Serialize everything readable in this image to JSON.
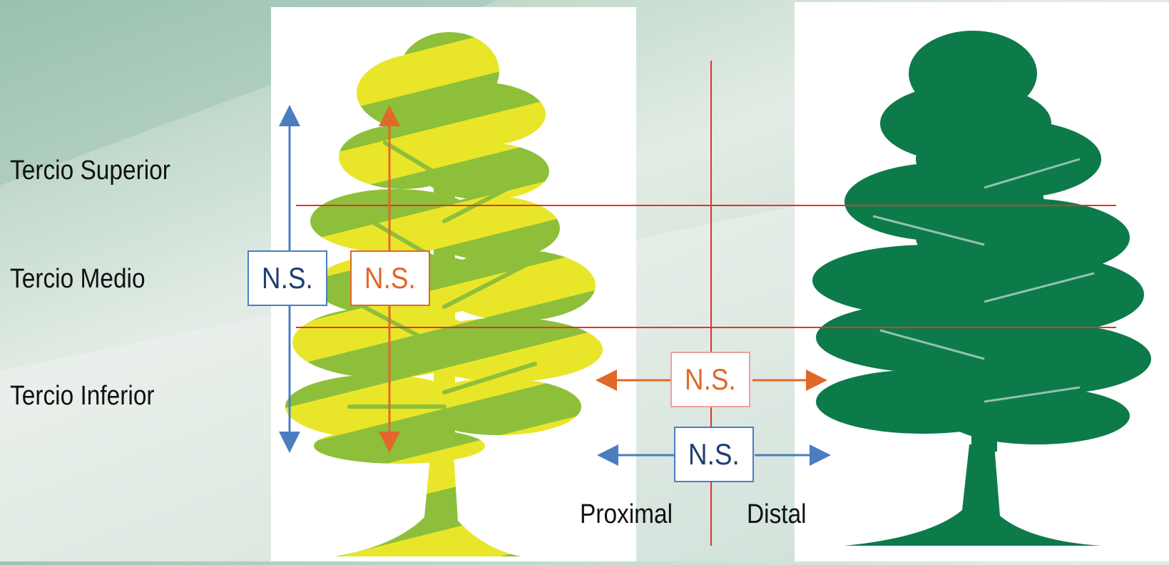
{
  "colors": {
    "yellow": "#e9e62a",
    "light_green": "#8ebf3a",
    "dark_green": "#0d7a4a",
    "red_line": "#e8312a",
    "blue": "#4a7ebf",
    "orange": "#e2672a"
  },
  "labels": {
    "tercio_superior": "Tercio Superior",
    "tercio_medio": "Tercio Medio",
    "tercio_inferior": "Tercio Inferior",
    "proximal": "Proximal",
    "distal": "Distal"
  },
  "boxes": {
    "vertical_blue": "N.S.",
    "vertical_orange": "N.S.",
    "horizontal_orange": "N.S.",
    "horizontal_blue": "N.S."
  },
  "icons": {
    "left_tree": "banded-tree-icon",
    "right_tree": "dark-tree-icon"
  }
}
